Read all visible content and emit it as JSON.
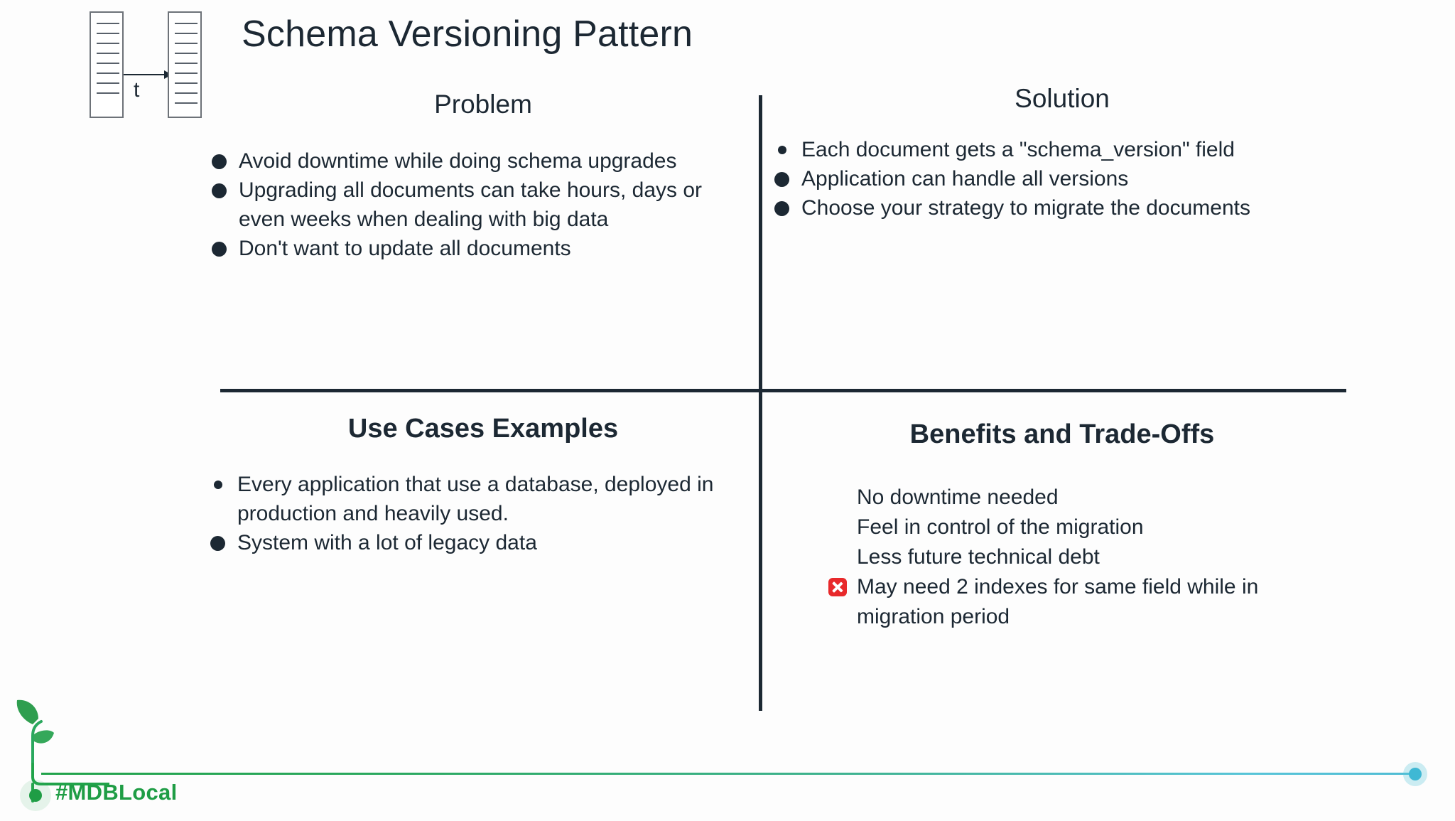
{
  "slide": {
    "title": "Schema Versioning Pattern",
    "icon_label": "t"
  },
  "quadrants": {
    "problem": {
      "title": "Problem",
      "items": [
        "Avoid downtime while doing schema upgrades",
        "Upgrading all documents can take hours, days or even weeks when dealing with big data",
        "Don't want to update all documents"
      ]
    },
    "solution": {
      "title": "Solution",
      "items": [
        "Each document gets a \"schema_version\" field",
        "Application can handle all versions",
        "Choose your strategy to migrate the documents"
      ]
    },
    "usecases": {
      "title": "Use Cases Examples",
      "items": [
        "Every application that use a database, deployed in production and heavily used.",
        "System with a lot of legacy data"
      ]
    },
    "benefits": {
      "title": "Benefits and Trade-Offs",
      "items": [
        "No downtime needed",
        "Feel in control of the migration",
        "Less future technical debt",
        "May need 2 indexes for same field while in migration period"
      ]
    }
  },
  "footer": {
    "hashtag": "#MDBLocal"
  },
  "colors": {
    "ink": "#1c2833",
    "background": "#fdfdfd",
    "green": "#1f9d45",
    "cyan": "#3fb8d4",
    "red": "#e8292b"
  }
}
